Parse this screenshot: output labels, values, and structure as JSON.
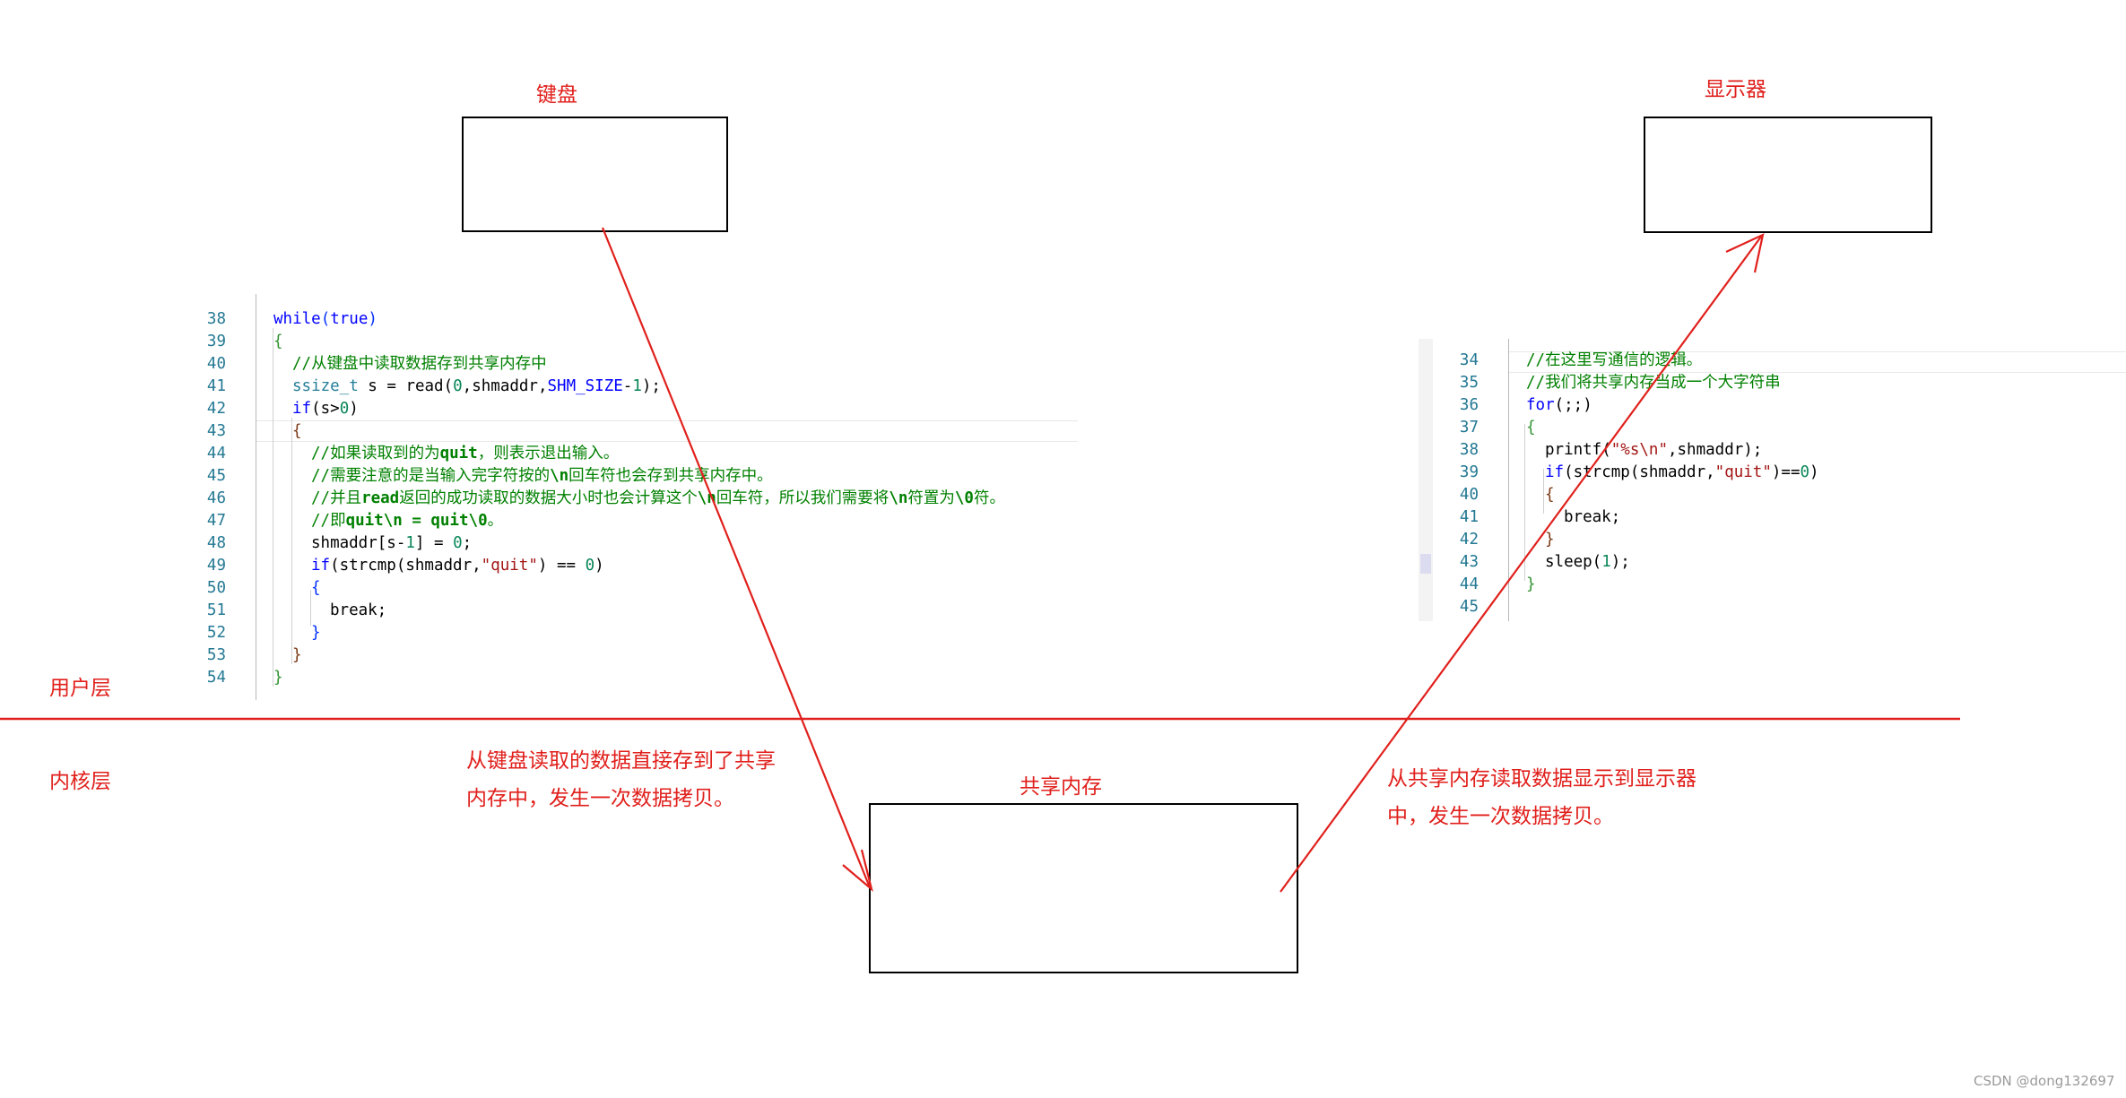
{
  "labels": {
    "keyboard": "键盘",
    "display": "显示器",
    "shared_memory": "共享内存",
    "user_layer": "用户层",
    "kernel_layer": "内核层"
  },
  "notes": {
    "write_line1": "从键盘读取的数据直接存到了共享",
    "write_line2": "内存中，发生一次数据拷贝。",
    "read_line1": "从共享内存读取数据显示到显示器",
    "read_line2": "中，发生一次数据拷贝。"
  },
  "colors": {
    "annotation": "#e0201c",
    "box_border": "#000000",
    "line_number": "#237893",
    "keyword": "#0000ff",
    "comment": "#008000",
    "number": "#098658",
    "string": "#a31515"
  },
  "left_code": [
    {
      "n": "38",
      "indent": 0,
      "tokens": [
        [
          "kw",
          "while"
        ],
        [
          "br1",
          "("
        ],
        [
          "kw",
          "true"
        ],
        [
          "br1",
          ")"
        ]
      ]
    },
    {
      "n": "39",
      "indent": 0,
      "tokens": [
        [
          "br2",
          "{"
        ]
      ]
    },
    {
      "n": "40",
      "indent": 1,
      "tokens": [
        [
          "cm",
          "//从键盘中读取数据存到共享内存中"
        ]
      ]
    },
    {
      "n": "41",
      "indent": 1,
      "tokens": [
        [
          "type",
          "ssize_t"
        ],
        [
          "plain",
          " s = read("
        ],
        [
          "num",
          "0"
        ],
        [
          "plain",
          ",shmaddr,"
        ],
        [
          "mac",
          "SHM_SIZE"
        ],
        [
          "plain",
          "-"
        ],
        [
          "num",
          "1"
        ],
        [
          "plain",
          ");"
        ]
      ]
    },
    {
      "n": "42",
      "indent": 1,
      "tokens": [
        [
          "kw",
          "if"
        ],
        [
          "plain",
          "(s>"
        ],
        [
          "num",
          "0"
        ],
        [
          "plain",
          ")"
        ]
      ]
    },
    {
      "n": "43",
      "indent": 1,
      "tokens": [
        [
          "br3",
          "{"
        ]
      ]
    },
    {
      "n": "44",
      "indent": 2,
      "tokens": [
        [
          "cm",
          "//如果读取到的为"
        ],
        [
          "cmb",
          "quit"
        ],
        [
          "cm",
          "，则表示退出输入。"
        ]
      ]
    },
    {
      "n": "45",
      "indent": 2,
      "tokens": [
        [
          "cm",
          "//需要注意的是当输入完字符按的"
        ],
        [
          "cmb",
          "\\n"
        ],
        [
          "cm",
          "回车符也会存到共享内存中。"
        ]
      ]
    },
    {
      "n": "46",
      "indent": 2,
      "tokens": [
        [
          "cm",
          "//并且"
        ],
        [
          "cmb",
          "read"
        ],
        [
          "cm",
          "返回的成功读取的数据大小时也会计算这个"
        ],
        [
          "cmb",
          "\\n"
        ],
        [
          "cm",
          "回车符，所以我们需要将"
        ],
        [
          "cmb",
          "\\n"
        ],
        [
          "cm",
          "符置为"
        ],
        [
          "cmb",
          "\\0"
        ],
        [
          "cm",
          "符。"
        ]
      ]
    },
    {
      "n": "47",
      "indent": 2,
      "tokens": [
        [
          "cm",
          "//即"
        ],
        [
          "cmb",
          "quit\\n = quit\\0"
        ],
        [
          "cm",
          "。"
        ]
      ]
    },
    {
      "n": "48",
      "indent": 2,
      "tokens": [
        [
          "plain",
          "shmaddr[s-"
        ],
        [
          "num",
          "1"
        ],
        [
          "plain",
          "] = "
        ],
        [
          "num",
          "0"
        ],
        [
          "plain",
          ";"
        ]
      ]
    },
    {
      "n": "49",
      "indent": 2,
      "tokens": [
        [
          "kw",
          "if"
        ],
        [
          "plain",
          "(strcmp(shmaddr,"
        ],
        [
          "str",
          "\"quit\""
        ],
        [
          "plain",
          ") == "
        ],
        [
          "num",
          "0"
        ],
        [
          "plain",
          ")"
        ]
      ]
    },
    {
      "n": "50",
      "indent": 2,
      "tokens": [
        [
          "br1",
          "{"
        ]
      ]
    },
    {
      "n": "51",
      "indent": 3,
      "tokens": [
        [
          "plain",
          "break;"
        ]
      ]
    },
    {
      "n": "52",
      "indent": 2,
      "tokens": [
        [
          "br1",
          "}"
        ]
      ]
    },
    {
      "n": "53",
      "indent": 1,
      "tokens": [
        [
          "br3",
          "}"
        ]
      ]
    },
    {
      "n": "54",
      "indent": 0,
      "tokens": [
        [
          "br2",
          "}"
        ]
      ]
    }
  ],
  "right_code": [
    {
      "n": "34",
      "indent": 0,
      "tokens": [
        [
          "cm",
          "//在这里写通信的逻辑。"
        ]
      ]
    },
    {
      "n": "35",
      "indent": 0,
      "tokens": [
        [
          "cm",
          "//我们将共享内存当成一个大字符串"
        ]
      ]
    },
    {
      "n": "36",
      "indent": 0,
      "tokens": [
        [
          "kw",
          "for"
        ],
        [
          "plain",
          "(;;)"
        ]
      ]
    },
    {
      "n": "37",
      "indent": 0,
      "tokens": [
        [
          "br2",
          "{"
        ]
      ]
    },
    {
      "n": "38",
      "indent": 1,
      "tokens": [
        [
          "plain",
          "printf("
        ],
        [
          "str",
          "\"%s\\n\""
        ],
        [
          "plain",
          ",shmaddr);"
        ]
      ]
    },
    {
      "n": "39",
      "indent": 1,
      "tokens": [
        [
          "kw",
          "if"
        ],
        [
          "plain",
          "(strcmp(shmaddr,"
        ],
        [
          "str",
          "\"quit\""
        ],
        [
          "plain",
          ")=="
        ],
        [
          "num",
          "0"
        ],
        [
          "plain",
          ")"
        ]
      ]
    },
    {
      "n": "40",
      "indent": 1,
      "tokens": [
        [
          "br3",
          "{"
        ]
      ]
    },
    {
      "n": "41",
      "indent": 2,
      "tokens": [
        [
          "plain",
          "break;"
        ]
      ]
    },
    {
      "n": "42",
      "indent": 1,
      "tokens": [
        [
          "br3",
          "}"
        ]
      ]
    },
    {
      "n": "43",
      "indent": 1,
      "tokens": [
        [
          "plain",
          "sleep("
        ],
        [
          "num",
          "1"
        ],
        [
          "plain",
          ");"
        ]
      ]
    },
    {
      "n": "44",
      "indent": 0,
      "tokens": [
        [
          "br2",
          "}"
        ]
      ]
    },
    {
      "n": "45",
      "indent": 0,
      "tokens": []
    }
  ],
  "watermark": "CSDN @dong132697"
}
